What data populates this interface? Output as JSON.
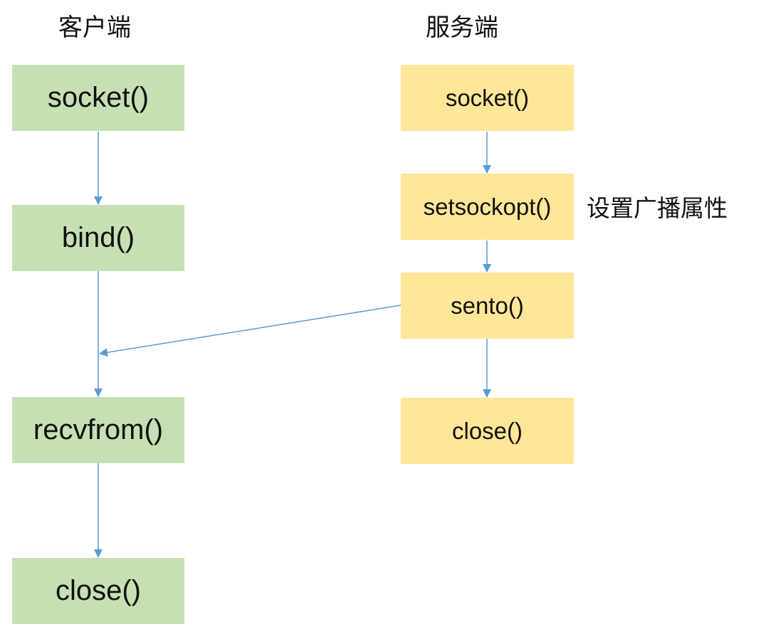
{
  "client": {
    "header": "客户端",
    "steps": [
      {
        "label": "socket()"
      },
      {
        "label": "bind()"
      },
      {
        "label": "recvfrom()"
      },
      {
        "label": "close()"
      }
    ]
  },
  "server": {
    "header": "服务端",
    "steps": [
      {
        "label": "socket()"
      },
      {
        "label": "setsockopt()"
      },
      {
        "label": "sento()"
      },
      {
        "label": "close()"
      }
    ],
    "note": "设置广播属性"
  },
  "colors": {
    "client_box": "#c6e0b4",
    "server_box": "#ffe699",
    "arrow": "#5b9bd5",
    "text": "#111111"
  }
}
